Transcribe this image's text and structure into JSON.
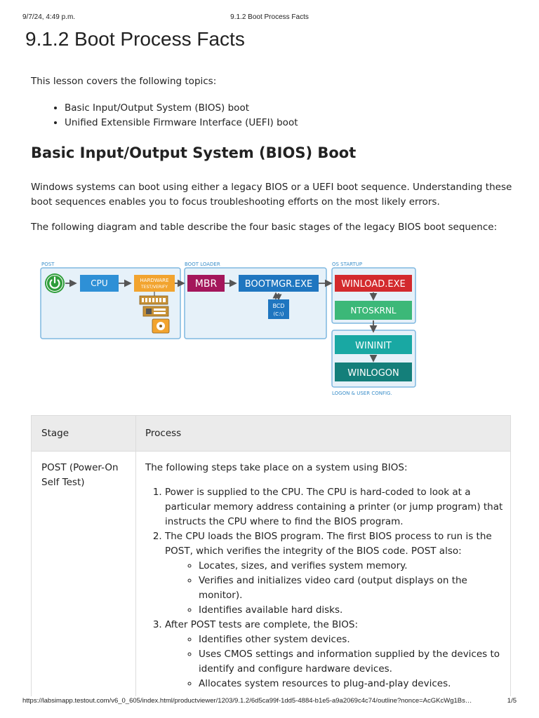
{
  "print_header": {
    "date": "9/7/24, 4:49 p.m.",
    "title": "9.1.2 Boot Process Facts"
  },
  "page_title": "9.1.2 Boot Process Facts",
  "intro": "This lesson covers the following topics:",
  "topics": [
    "Basic Input/Output System (BIOS) boot",
    "Unified Extensible Firmware Interface (UEFI) boot"
  ],
  "section_title": "Basic Input/Output System (BIOS) Boot",
  "paragraph1": "Windows systems can boot using either a legacy BIOS or a UEFI boot sequence. Understanding these boot sequences enables you to focus troubleshooting efforts on the most likely errors.",
  "paragraph2": "The following diagram and table describe the four basic stages of the legacy BIOS boot sequence:",
  "diagram": {
    "groups": {
      "post": "POST",
      "boot_loader": "BOOT LOADER",
      "os_startup": "OS STARTUP",
      "logon": "LOGON & USER CONFIG."
    },
    "nodes": {
      "cpu": "CPU",
      "hardware_line1": "HARDWARE",
      "hardware_line2": "TEST/VERIFY",
      "mbr": "MBR",
      "bootmgr": "BOOTMGR.EXE",
      "bcd_line1": "BCD",
      "bcd_line2": "(C:\\)",
      "winload": "WINLOAD.EXE",
      "ntoskrnl": "NTOSKRNL",
      "wininit": "WININIT",
      "winlogon": "WINLOGON"
    },
    "colors": {
      "panel_fill": "#e6f1f9",
      "panel_border": "#7fb8e0",
      "group_label": "#3a8ec9",
      "cpu": "#2e90d6",
      "hardware": "#f2a42f",
      "mbr": "#a4165b",
      "bootmgr": "#1f76c0",
      "bcd": "#1f76c0",
      "winload": "#d32a2d",
      "ntoskrnl": "#3cb878",
      "wininit": "#19a8a3",
      "winlogon": "#147f7a",
      "power": "#2e9d3a",
      "arrow": "#555555"
    },
    "icons": [
      "power-icon",
      "motherboard-icon",
      "expansion-card-icon",
      "disk-icon"
    ]
  },
  "table": {
    "headers": {
      "stage": "Stage",
      "process": "Process"
    },
    "row1": {
      "stage": "POST (Power-On Self Test)",
      "intro": "The following steps take place on a system using BIOS:",
      "step1": "Power is supplied to the CPU. The CPU is hard-coded to look at a particular memory address containing a printer (or jump program) that instructs the CPU where to find the BIOS program.",
      "step2": "The CPU loads the BIOS program. The first BIOS process to run is the POST, which verifies the integrity of the BIOS code. POST also:",
      "step2_sub": [
        "Locates, sizes, and verifies system memory.",
        "Verifies and initializes video card (output displays on the monitor).",
        "Identifies available hard disks."
      ],
      "step3": "After POST tests are complete, the BIOS:",
      "step3_sub": [
        "Identifies other system devices.",
        "Uses CMOS settings and information supplied by the devices to identify and configure hardware devices.",
        "Allocates system resources to plug-and-play devices."
      ]
    }
  },
  "print_footer": {
    "url": "https://labsimapp.testout.com/v6_0_605/index.html/productviewer/1203/9.1.2/6d5ca99f-1dd5-4884-b1e5-a9a2069c4c74/outline?nonce=AcGKcWg1Bs…",
    "page": "1/5"
  }
}
